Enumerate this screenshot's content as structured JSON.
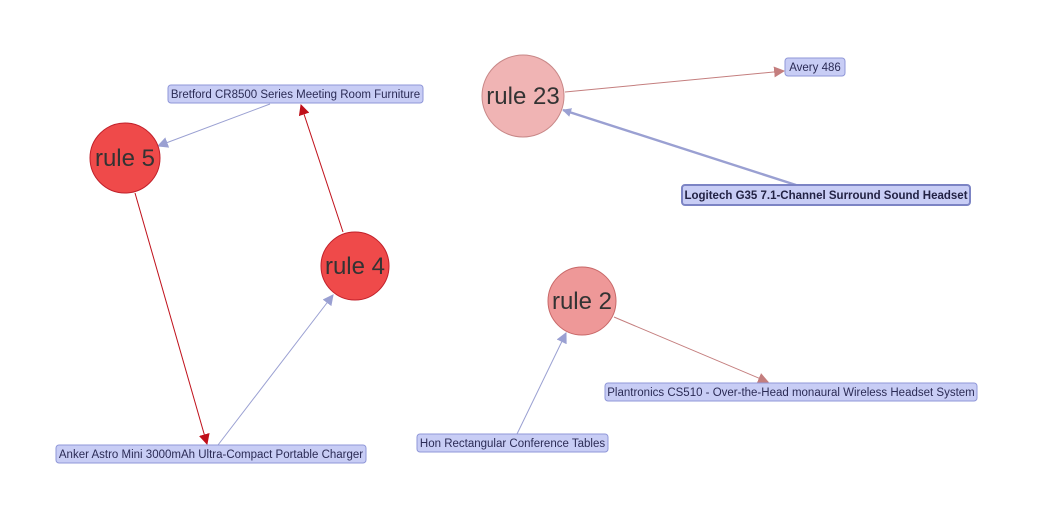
{
  "colors": {
    "item_fill": "#c8cdf5",
    "item_stroke": "#8f97d8",
    "item_stroke_bold": "#7c84c4",
    "edge_blue": "#9aa0d2",
    "edge_red": "#c0101a",
    "edge_brown": "#c47e7e",
    "rule_strong": "#ef4a4a",
    "rule_strong_stroke": "#c0202a",
    "rule_medium": "#ee9898",
    "rule_medium_stroke": "#c86868",
    "rule_light": "#f0b4b4",
    "rule_light_stroke": "#c88888"
  },
  "rules": [
    {
      "id": "rule5",
      "label": "rule 5",
      "color": "rule_strong"
    },
    {
      "id": "rule4",
      "label": "rule 4",
      "color": "rule_strong"
    },
    {
      "id": "rule23",
      "label": "rule 23",
      "color": "rule_light"
    },
    {
      "id": "rule2",
      "label": "rule 2",
      "color": "rule_medium"
    }
  ],
  "items": [
    {
      "id": "bretford",
      "label": "Bretford CR8500 Series Meeting Room Furniture",
      "bold": false
    },
    {
      "id": "anker",
      "label": "Anker Astro Mini 3000mAh Ultra-Compact Portable Charger",
      "bold": false
    },
    {
      "id": "avery",
      "label": "Avery 486",
      "bold": false
    },
    {
      "id": "logitech",
      "label": "Logitech G35 7.1-Channel Surround Sound Headset",
      "bold": true
    },
    {
      "id": "plantronics",
      "label": "Plantronics CS510 - Over-the-Head monaural Wireless Headset System",
      "bold": false
    },
    {
      "id": "hon",
      "label": "Hon Rectangular Conference Tables",
      "bold": false
    }
  ],
  "edges": [
    {
      "from": "bretford",
      "to": "rule5",
      "color": "edge_blue"
    },
    {
      "from": "rule5",
      "to": "anker",
      "color": "edge_red"
    },
    {
      "from": "anker",
      "to": "rule4",
      "color": "edge_blue"
    },
    {
      "from": "rule4",
      "to": "bretford",
      "color": "edge_red"
    },
    {
      "from": "rule23",
      "to": "avery",
      "color": "edge_brown"
    },
    {
      "from": "logitech",
      "to": "rule23",
      "color": "edge_blue",
      "heavy": true
    },
    {
      "from": "hon",
      "to": "rule2",
      "color": "edge_blue"
    },
    {
      "from": "rule2",
      "to": "plantronics",
      "color": "edge_brown"
    }
  ]
}
